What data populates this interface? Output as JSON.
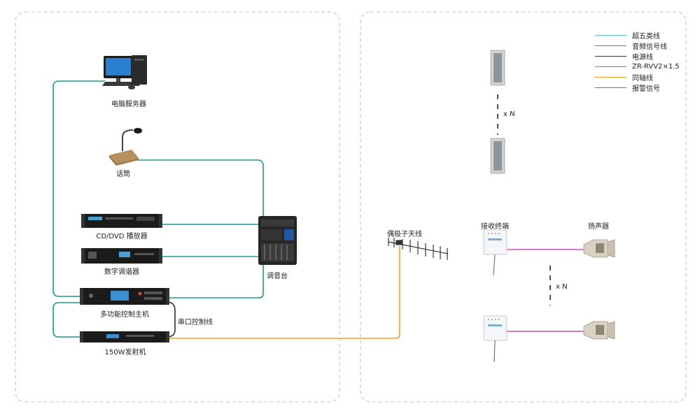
{
  "legend": [
    {
      "label": "超五类线",
      "color": "#5bc0de"
    },
    {
      "label": "音频信号线",
      "color": "#1a9a8c"
    },
    {
      "label": "电源线",
      "color": "#333333"
    },
    {
      "label": "ZR-RVV2×1.5",
      "color": "#d24fb4"
    },
    {
      "label": "同轴线",
      "color": "#f0a020"
    },
    {
      "label": "报警信号",
      "color": "#e04848"
    }
  ],
  "devices": {
    "computer": "电脑服务器",
    "microphone": "话筒",
    "cd_player": "CD/DVD 播放器",
    "tuner": "数字调谐器",
    "mixer": "调音台",
    "host": "多功能控制主机",
    "transmitter": "150W发射机",
    "serial": "串口控制线",
    "antenna": "偶极子天线",
    "receiver": "接收终端",
    "speaker": "扬声器"
  },
  "multipliers": {
    "column": "x N",
    "receivers": "x N"
  },
  "colors": {
    "panel_border": "#b6dcc0",
    "audio": "#1a9a8c",
    "power": "#333333",
    "rvv": "#d24fb4",
    "coax": "#f0a020"
  }
}
